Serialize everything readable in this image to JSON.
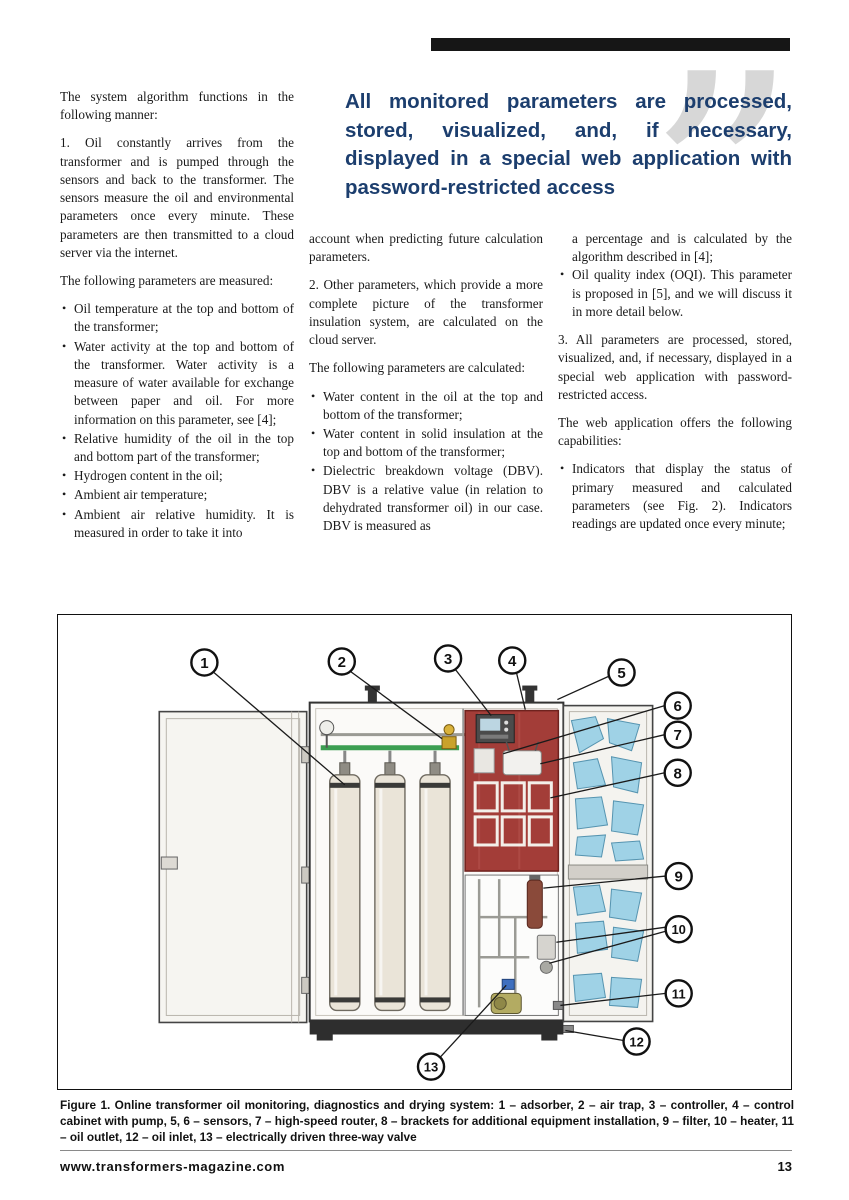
{
  "pull_quote": {
    "text": "All monitored parameters are processed, stored, visualized, and, if necessary, displayed in a special web application with password-restricted access",
    "glyph": "”"
  },
  "columns": {
    "col1": {
      "para1": "The system algorithm functions in the following manner:",
      "para2": "1. Oil constantly arrives from the transformer and is pumped through the sensors and back to the transformer. The sensors measure the oil and environmental parameters once every minute. These parameters are then transmitted to a cloud server via the internet.",
      "para3": "The following parameters are measured:",
      "bullets": [
        "Oil temperature at the top and bottom of the transformer;",
        "Water activity at the top and bottom of the transformer. Water activity is a measure of water available for exchange between paper and oil. For more information on this parameter, see [4];",
        "Relative humidity of the oil in the top and bottom part of the transformer;",
        "Hydrogen content in the oil;",
        "Ambient air temperature;",
        "Ambient air relative humidity. It is measured in order to take it into"
      ]
    },
    "col2": {
      "para1": "account when predicting future calculation parameters.",
      "para2": "2. Other parameters, which provide a more complete picture of the transformer insulation system, are calculated on the cloud server.",
      "para3": "The following parameters are calculated:",
      "bullets": [
        "Water content in the oil at the top and bottom of the transformer;",
        "Water content in solid insulation at the top and bottom of the transformer;",
        "Dielectric breakdown voltage (DBV). DBV is a relative value (in relation to dehydrated transformer oil) in our case. DBV is measured as"
      ]
    },
    "col3": {
      "cont": "a percentage and is calculated by the algorithm described in [4];",
      "bullets1": [
        "Oil quality index (OQI). This parameter is proposed in [5], and we will discuss it in more detail below."
      ],
      "para1": "3. All parameters are processed, stored, visualized, and, if necessary, displayed in a special web application with password-restricted access.",
      "para2": "The web application offers the following capabilities:",
      "bullets2": [
        "Indicators that display the status of primary measured and calculated parameters (see Fig. 2). Indicators readings are updated once every minute;"
      ]
    }
  },
  "figure": {
    "caption": "Figure 1. Online transformer oil monitoring, diagnostics and drying system: 1 – adsorber, 2 – air trap, 3 – controller, 4 – control cabinet with pump, 5, 6 – sensors, 7 – high-speed router, 8 – brackets for additional equipment installation, 9 – filter, 10 – heater, 11 – oil outlet, 12 – oil inlet, 13 – electrically driven three-way valve",
    "callouts": [
      "1",
      "2",
      "3",
      "4",
      "5",
      "6",
      "7",
      "8",
      "9",
      "10",
      "11",
      "12",
      "13"
    ]
  },
  "footer": {
    "url": "www.transformers-magazine.com",
    "page_number": "13"
  },
  "colors": {
    "quote_blue": "#1c3e6e",
    "panel_red": "#a33d38",
    "foam_blue": "#9fd2e6",
    "pipe_green": "#3c9e52"
  }
}
